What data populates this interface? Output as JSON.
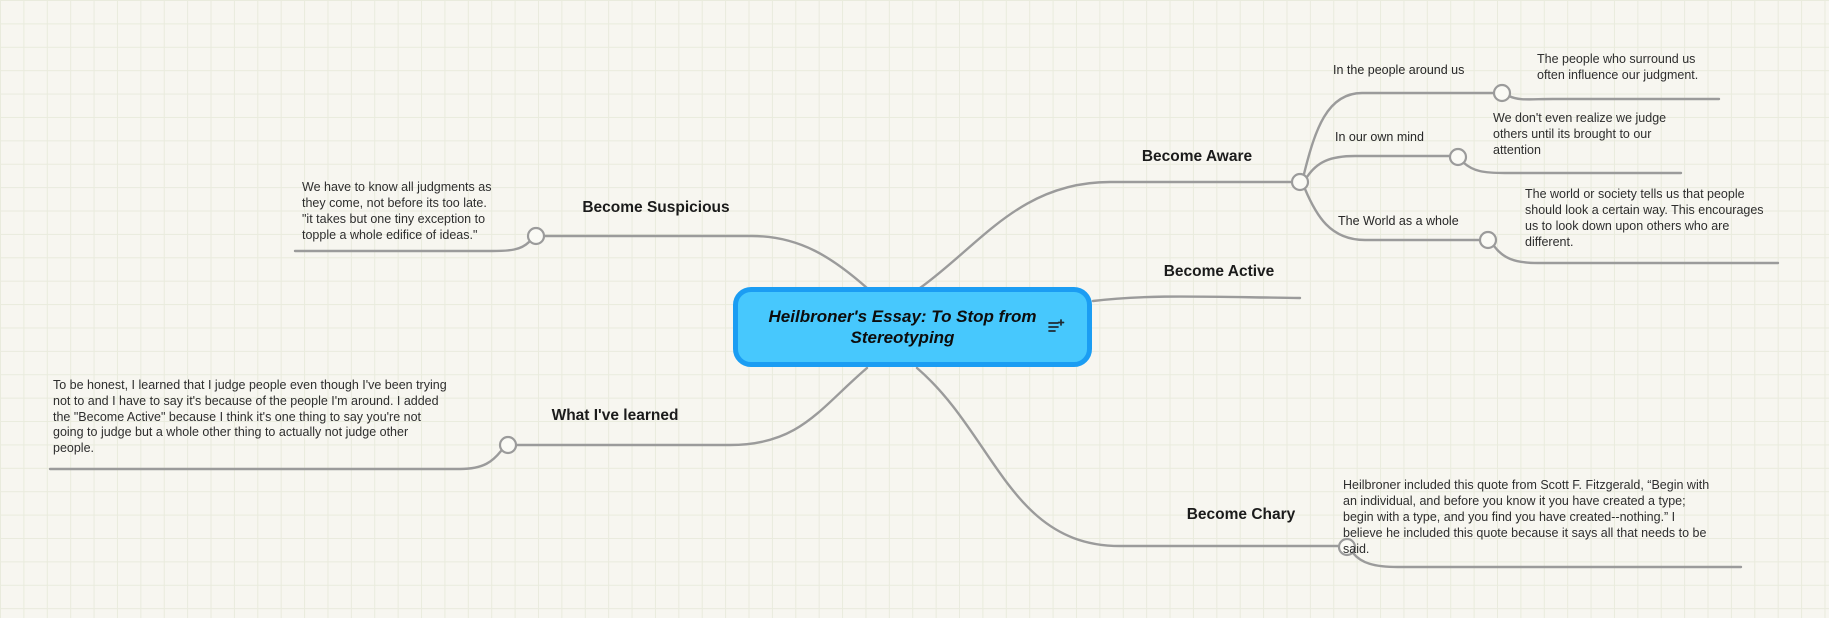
{
  "canvas": {
    "background": "#f7f6f0",
    "grid_color": "#e9ebdd",
    "edge_color": "#9b9b9b"
  },
  "root": {
    "title": "Heilbroner's Essay: To Stop from\nStereotyping",
    "fill": "#47c8fd",
    "border": "#1b9df3"
  },
  "branches": [
    {
      "label": "Become Aware",
      "children": [
        {
          "label": "In the people around us",
          "note": "The people who surround us\noften influence our judgment."
        },
        {
          "label": "In our own mind",
          "note": "We don't even realize we judge\nothers until its brought to our\nattention"
        },
        {
          "label": "The World as a whole",
          "note": "The world or society tells us that people\nshould look a certain way. This encourages\nus to look down upon others who are\ndifferent."
        }
      ]
    },
    {
      "label": "Become Active"
    },
    {
      "label": "Become Chary",
      "note": "Heilbroner included this quote from Scott F. Fitzgerald, “Begin with\nan individual, and before you know it you have created a type;\nbegin with a type, and you find you have created--nothing.” I\nbelieve he included this quote because it says all that needs to be\nsaid."
    },
    {
      "label": "Become Suspicious",
      "note": "We have to know all judgments as\nthey come, not before its too late.\n\"it takes but one tiny exception to\ntopple a whole edifice of ideas.\""
    },
    {
      "label": "What I've learned",
      "note": "To be honest, I learned that I judge people even though I've been trying\nnot to and I have to say it's because of the people I'm around. I added\nthe \"Become Active\" because I think it's one thing to say you're not\ngoing to judge but a whole other thing to actually not judge other\npeople."
    }
  ]
}
